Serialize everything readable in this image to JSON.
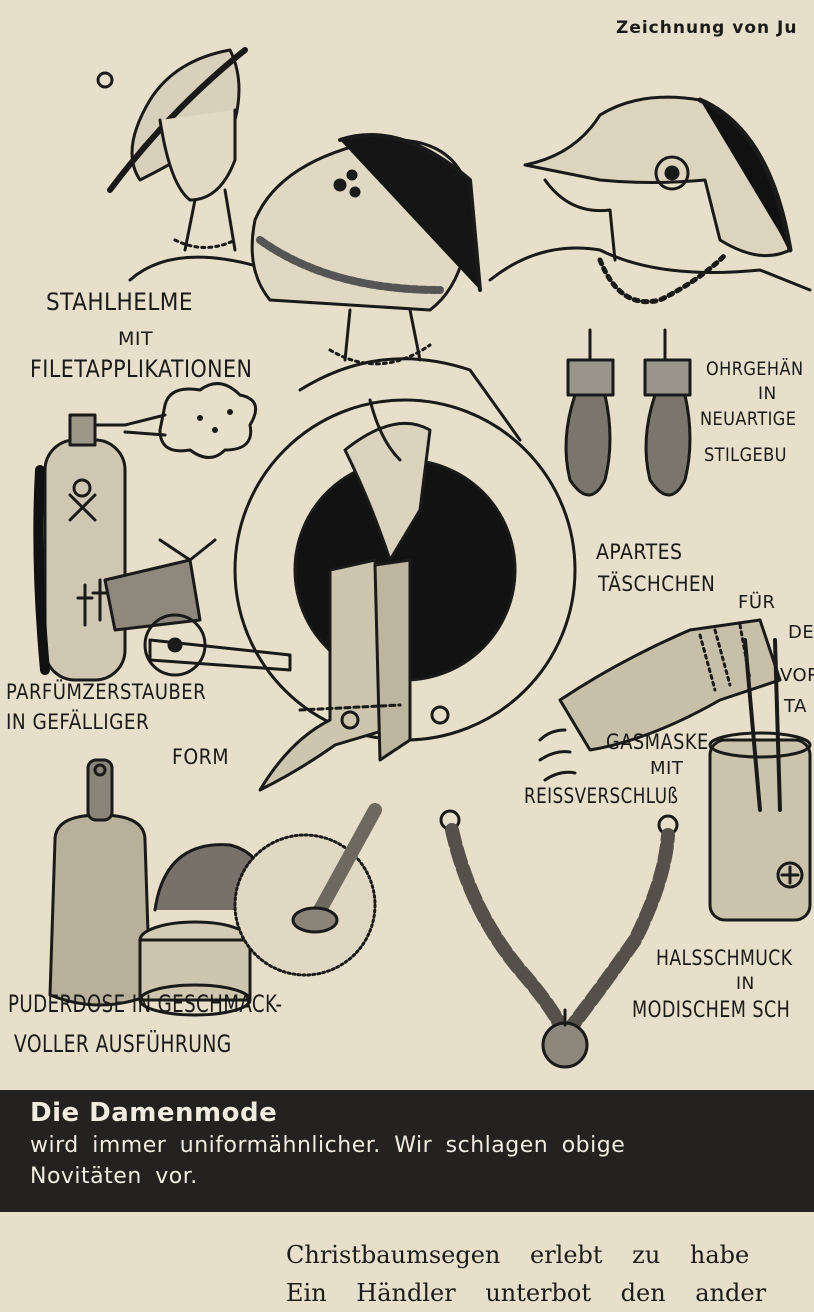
{
  "credit": "Zeichnung von Ju",
  "labels": {
    "stahlhelme": [
      "STAHLHELME",
      "MIT",
      "FILETAPPLIKATIONEN"
    ],
    "ohrgehaenge": [
      "OHRGEHÄN",
      "IN",
      "NEUARTIGE",
      "STILGEBU"
    ],
    "taeschchen": [
      "APARTES",
      "TÄSCHCHEN",
      "FÜR",
      "DE",
      "VOR",
      "TA"
    ],
    "parfuem": [
      "PARFÜMZERSTAUBER",
      "IN GEFÄLLIGER",
      "FORM"
    ],
    "gasmaske": [
      "GASMASKE",
      "MIT",
      "REISSVERSCHLUß"
    ],
    "halsschmuck": [
      "HALSSCHMUCK",
      "IN",
      "MODISCHEM SCH"
    ],
    "puderdose": [
      "PUDERDOSE IN GESCHMACK-",
      "VOLLER AUSFÜHRUNG"
    ]
  },
  "caption": {
    "title": "Die Damenmode",
    "line1": "wird immer uniformähnlicher. Wir schlagen obige",
    "line2": "Novitäten vor."
  },
  "body_text": {
    "line1": "Christbaumsegen erlebt zu habe",
    "line2": "Ein Händler unterbot den ander"
  }
}
